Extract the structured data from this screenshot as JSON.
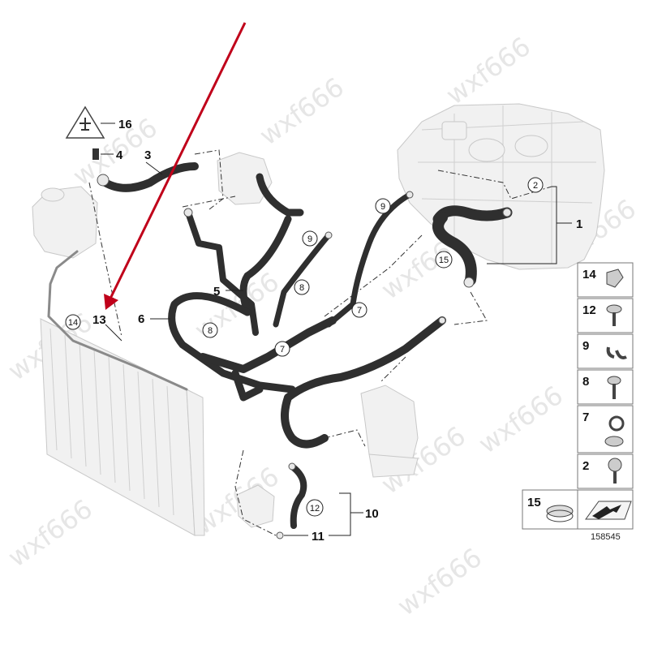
{
  "diagram": {
    "watermark": "wxf666",
    "diagram_number": "158545",
    "callouts": {
      "c1": "1",
      "c2": "2",
      "c3": "3",
      "c4": "4",
      "c5": "5",
      "c6": "6",
      "c7a": "7",
      "c7b": "7",
      "c8a": "8",
      "c8b": "8",
      "c9a": "9",
      "c9b": "9",
      "c10": "10",
      "c11": "11",
      "c12": "12",
      "c13": "13",
      "c14": "14",
      "c15": "15",
      "c16": "16"
    },
    "legend": [
      "14",
      "12",
      "9",
      "8",
      "7",
      "2",
      "15"
    ]
  },
  "colors": {
    "hose": "#2f2f2f",
    "arrow": "#c0001a",
    "ghost_part": "#f1f1f1",
    "legend_border": "#777777"
  },
  "icons": [
    "warning-triangle-icon",
    "fluid-drop-icon",
    "arrow-icon"
  ]
}
